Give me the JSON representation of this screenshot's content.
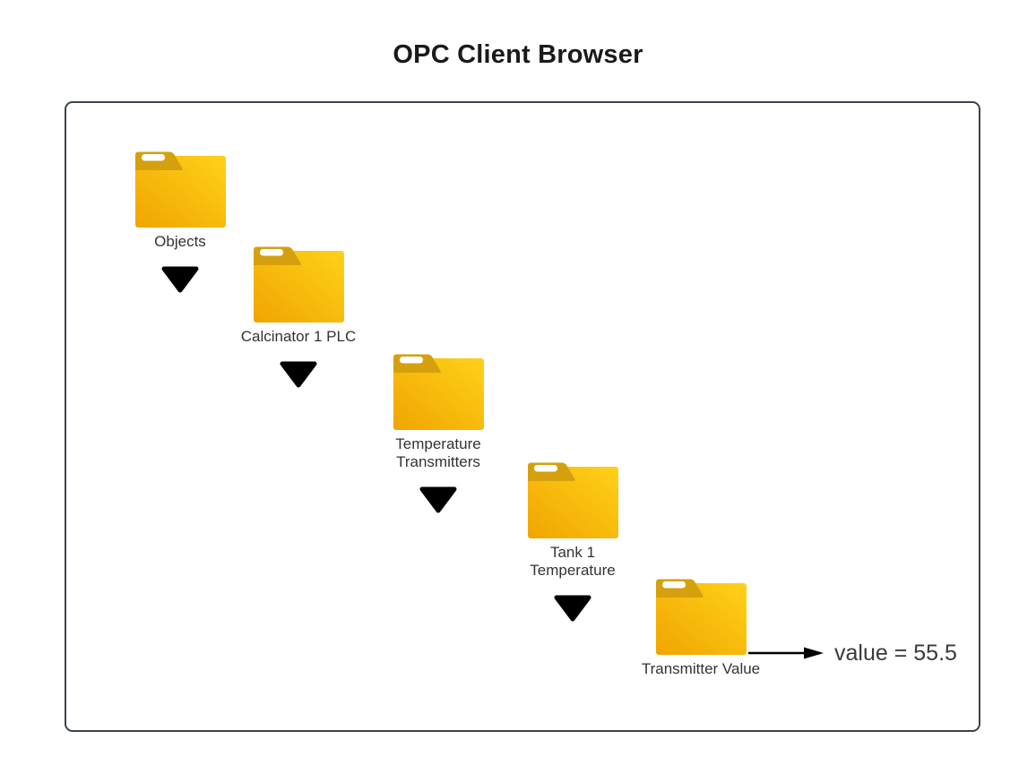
{
  "title": "OPC Client Browser",
  "colors": {
    "panel_border": "#3a434e",
    "folder_tab": "#d4a00e",
    "folder_body_dark": "#f0a502",
    "folder_body_light": "#ffd118",
    "triangle": "#000000",
    "arrow": "#000000",
    "title_text": "#1a1a1a",
    "label_text": "#333333",
    "value_text": "#3a3a3a"
  },
  "tree": {
    "nodes": [
      {
        "name": "Objects",
        "lines": [
          "Objects"
        ]
      },
      {
        "name": "Calcinator 1 PLC",
        "lines": [
          "Calcinator 1 PLC"
        ]
      },
      {
        "name": "Temperature Transmitters",
        "lines": [
          "Temperature",
          "Transmitters"
        ]
      },
      {
        "name": "Tank 1 Temperature",
        "lines": [
          "Tank 1",
          "Temperature"
        ]
      },
      {
        "name": "Transmitter Value",
        "lines": [
          "Transmitter Value"
        ]
      }
    ],
    "value_callout": {
      "text": "value = 55.5"
    }
  }
}
